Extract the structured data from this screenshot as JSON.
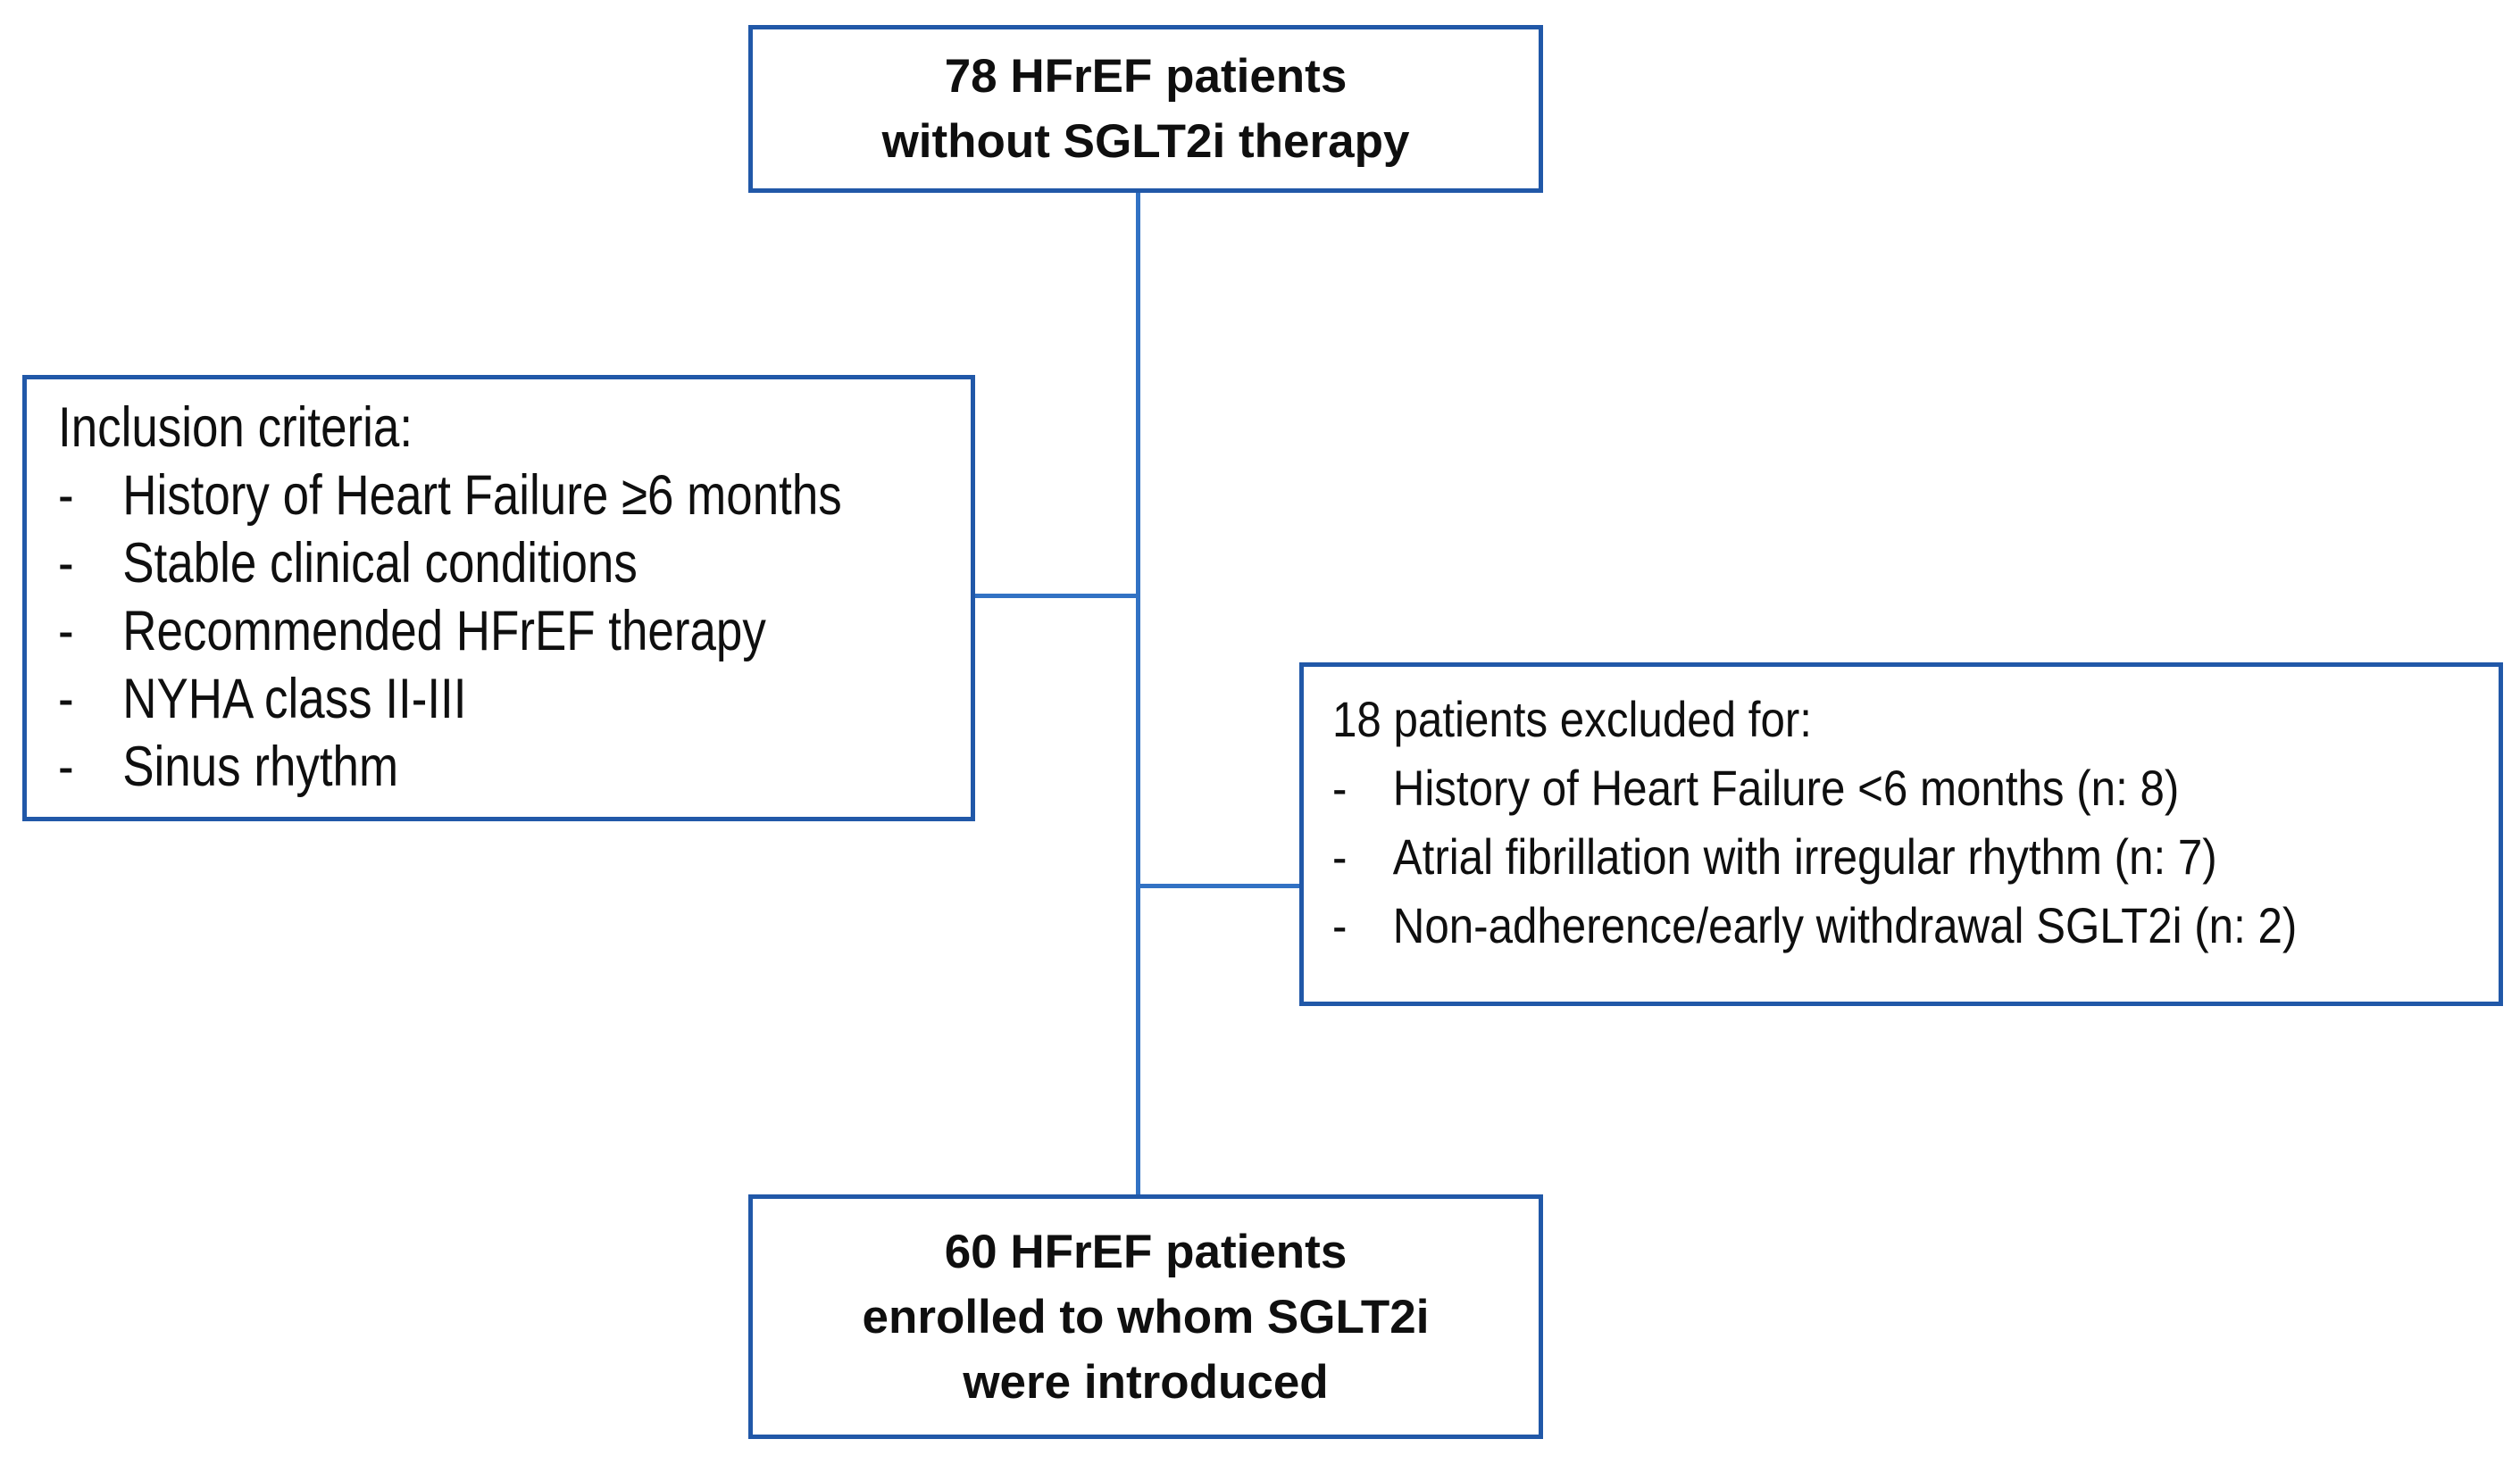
{
  "flow": {
    "bullet": "-",
    "top_box": {
      "lines": [
        "78 HFrEF patients",
        "without SGLT2i therapy"
      ]
    },
    "inclusion_box": {
      "title": "Inclusion criteria:",
      "items": [
        "History of Heart Failure ≥6 months",
        "Stable clinical conditions",
        "Recommended HFrEF therapy",
        "NYHA class II-III",
        "Sinus rhythm"
      ]
    },
    "exclusion_box": {
      "title": "18 patients excluded for:",
      "items": [
        "History of Heart Failure <6 months (n: 8)",
        "Atrial fibrillation with irregular rhythm (n: 7)",
        "Non-adherence/early withdrawal SGLT2i (n: 2)"
      ]
    },
    "bottom_box": {
      "lines": [
        "60 HFrEF patients",
        "enrolled to whom SGLT2i",
        "were introduced"
      ]
    },
    "colors": {
      "box_border": "#2158a8",
      "connector_line": "#3272c4",
      "text": "#0f0f0f",
      "background": "#ffffff"
    }
  }
}
